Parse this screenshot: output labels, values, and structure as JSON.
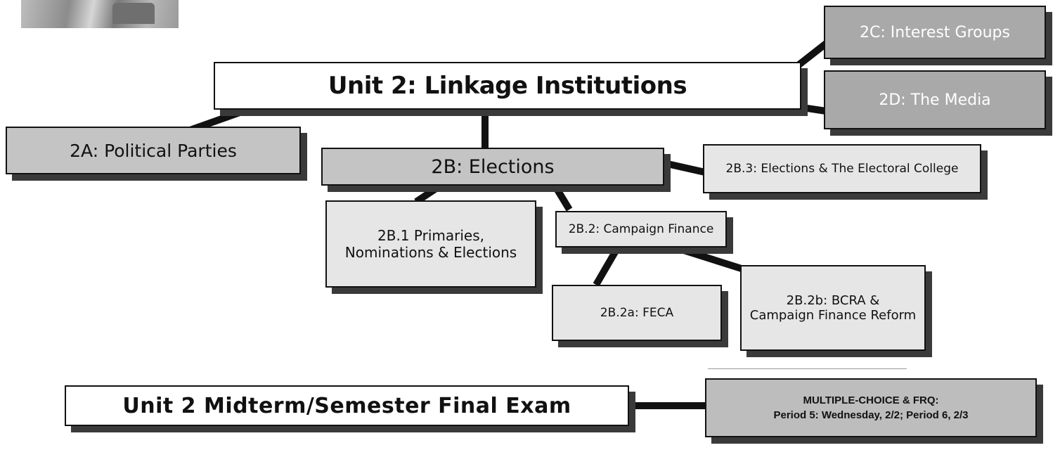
{
  "diagram": {
    "main_title": "Unit 2: Linkage Institutions",
    "nodes": {
      "political_parties": "2A: Political Parties",
      "elections": "2B:  Elections",
      "interest_groups": "2C:  Interest Groups",
      "media": "2D:  The Media",
      "primaries_line1": "2B.1  Primaries,",
      "primaries_line2": "Nominations & Elections",
      "campaign_finance": "2B.2: Campaign Finance",
      "electoral_college": "2B.3: Elections & The Electoral College",
      "feca": "2B.2a: FECA",
      "bcra_line1": "2B.2b: BCRA &",
      "bcra_line2": "Campaign Finance Reform"
    },
    "exam": {
      "title": "Unit 2 Midterm/Semester Final Exam",
      "note_line1": "MULTIPLE-CHOICE & FRQ:",
      "note_line2": "Period 5: Wednesday, 2/2; Period 6, 2/3"
    }
  }
}
